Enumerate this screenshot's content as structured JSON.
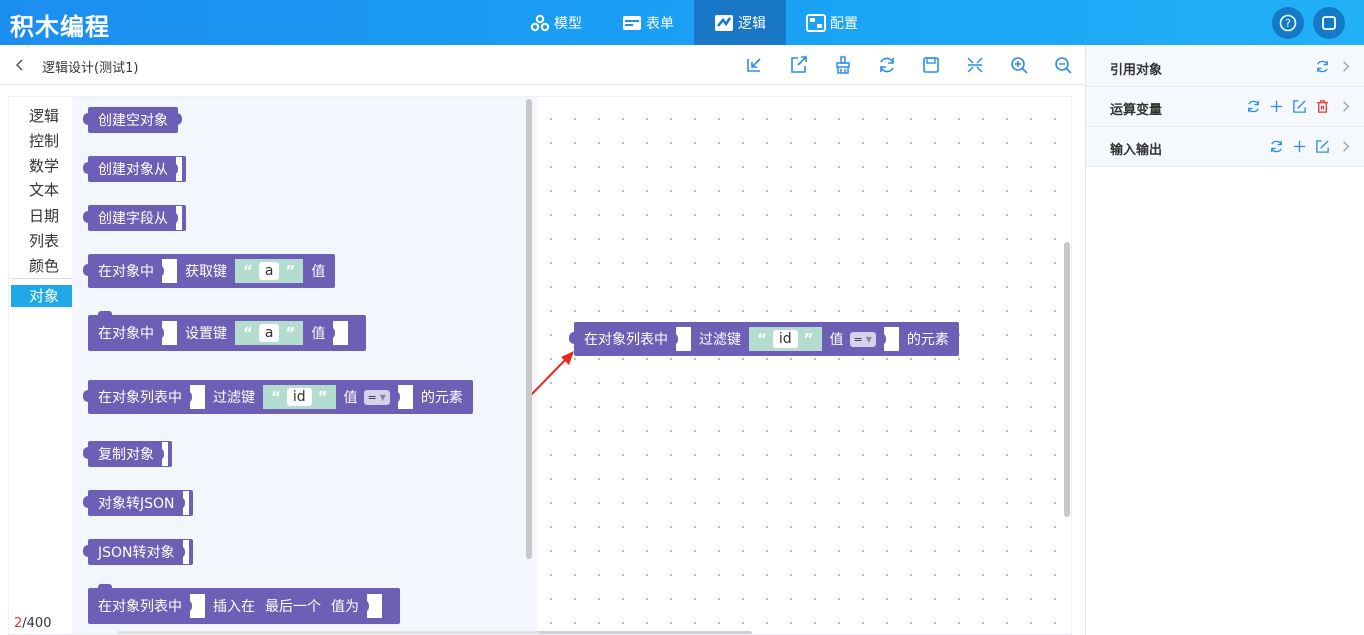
{
  "app": {
    "title": "积木编程"
  },
  "nav": [
    {
      "label": "模型",
      "icon": "cluster-icon"
    },
    {
      "label": "表单",
      "icon": "form-icon"
    },
    {
      "label": "逻辑",
      "icon": "logic-icon",
      "active": true
    },
    {
      "label": "配置",
      "icon": "config-icon"
    }
  ],
  "header_buttons": [
    "help-icon",
    "fullscreen-icon"
  ],
  "subbar": {
    "title": "逻辑设计(测试1)",
    "toolbar": [
      "import-icon",
      "export-icon",
      "clear-icon",
      "refresh-icon",
      "save-icon",
      "collapse-icon",
      "zoom-in-icon",
      "zoom-out-icon"
    ]
  },
  "categories": [
    "逻辑",
    "控制",
    "数学",
    "文本",
    "日期",
    "列表",
    "颜色",
    "对象"
  ],
  "active_category": "对象",
  "blocks": {
    "create_empty": "创建空对象",
    "create_from": "创建对象从",
    "create_field": "创建字段从",
    "get_key_1": "在对象中",
    "get_key_2": "获取键",
    "get_key_str": "a",
    "get_key_3": "值",
    "set_key_1": "在对象中",
    "set_key_2": "设置键",
    "set_key_str": "a",
    "set_key_3": "值",
    "filter_1": "在对象列表中",
    "filter_2": "过滤键",
    "filter_str": "id",
    "filter_3": "值",
    "filter_op": "=",
    "filter_4": "的元素",
    "copy": "复制对象",
    "to_json": "对象转JSON",
    "from_json": "JSON转对象",
    "insert_1": "在对象列表中",
    "insert_2": "插入在",
    "insert_3": "最后一个",
    "insert_4": "值为"
  },
  "canvas_block": {
    "p1": "在对象列表中",
    "p2": "过滤键",
    "str": "id",
    "p3": "值",
    "op": "=",
    "p4": "的元素"
  },
  "counter": {
    "current": "2",
    "total": "/400"
  },
  "right_panel": [
    {
      "label": "引用对象",
      "icons": [
        "refresh-icon",
        "chevron-right-icon"
      ]
    },
    {
      "label": "运算变量",
      "icons": [
        "refresh-icon",
        "plus-icon",
        "edit-icon",
        "delete-icon",
        "chevron-right-icon"
      ]
    },
    {
      "label": "输入输出",
      "icons": [
        "refresh-icon",
        "plus-icon",
        "edit-icon",
        "chevron-right-icon"
      ]
    }
  ],
  "colors": {
    "header": "#1c8ef0",
    "block": "#6e5fb6",
    "string_block": "#b4ddd0",
    "active_category": "#1fa8e8",
    "delete": "#e53935"
  }
}
